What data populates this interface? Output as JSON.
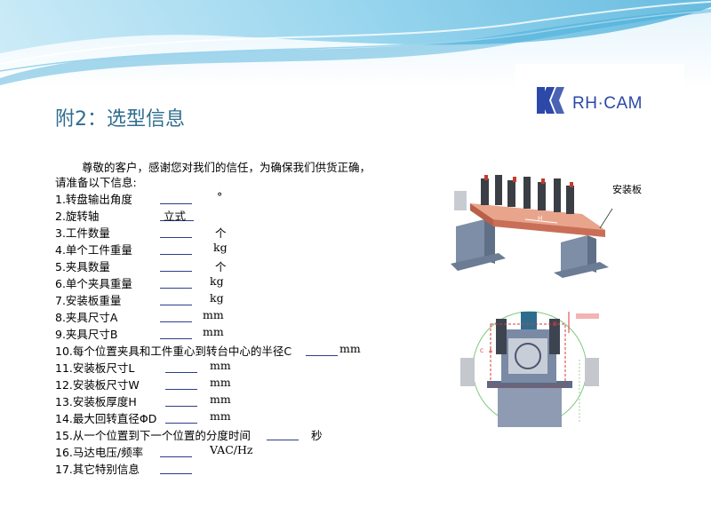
{
  "slide": {
    "title": "附2：选型信息",
    "logo_text": "RH·CAM",
    "intro_line1": "尊敬的客户，感谢您对我们的信任，为确保我们供货正确，",
    "intro_line2": "请准备以下信息:",
    "items": [
      {
        "label": "1.转盘输出角度",
        "value": "",
        "unit": "°"
      },
      {
        "label": "2.旋转轴",
        "value": "立式",
        "unit": ""
      },
      {
        "label": "3.工件数量",
        "value": "",
        "unit": "个"
      },
      {
        "label": "4.单个工件重量",
        "value": "",
        "unit": "kg"
      },
      {
        "label": "5.夹具数量",
        "value": "",
        "unit": "个"
      },
      {
        "label": "6.单个夹具重量",
        "value": "",
        "unit": "kg"
      },
      {
        "label": "7.安装板重量",
        "value": "",
        "unit": "kg"
      },
      {
        "label": "8.夹具尺寸A",
        "value": "",
        "unit": "mm"
      },
      {
        "label": "9.夹具尺寸B",
        "value": "",
        "unit": "mm"
      },
      {
        "label": "10.每个位置夹具和工件重心到转台中心的半径C",
        "value": "",
        "unit": "mm"
      },
      {
        "label": "11.安装板尺寸L",
        "value": "",
        "unit": "mm"
      },
      {
        "label": "12.安装板尺寸W",
        "value": "",
        "unit": "mm"
      },
      {
        "label": "13.安装板厚度H",
        "value": "",
        "unit": "mm"
      },
      {
        "label": "14.最大回转直径ΦD",
        "value": "",
        "unit": "mm"
      },
      {
        "label": "15.从一个位置到下一个位置的分度时间",
        "value": "",
        "unit": "秒"
      },
      {
        "label": "16.马达电压/频率",
        "value": "",
        "unit": "VAC/Hz"
      },
      {
        "label": "17.其它特别信息",
        "value": "",
        "unit": ""
      }
    ],
    "callout_label": "安装板",
    "diagram_labels": {
      "h": "H",
      "b": "B",
      "c": "C",
      "a": "A"
    },
    "colors": {
      "title": "#2f6d8f",
      "wave": "#3fa9d6",
      "logo": "#2c48a8",
      "line": "#2a3e8c"
    }
  }
}
